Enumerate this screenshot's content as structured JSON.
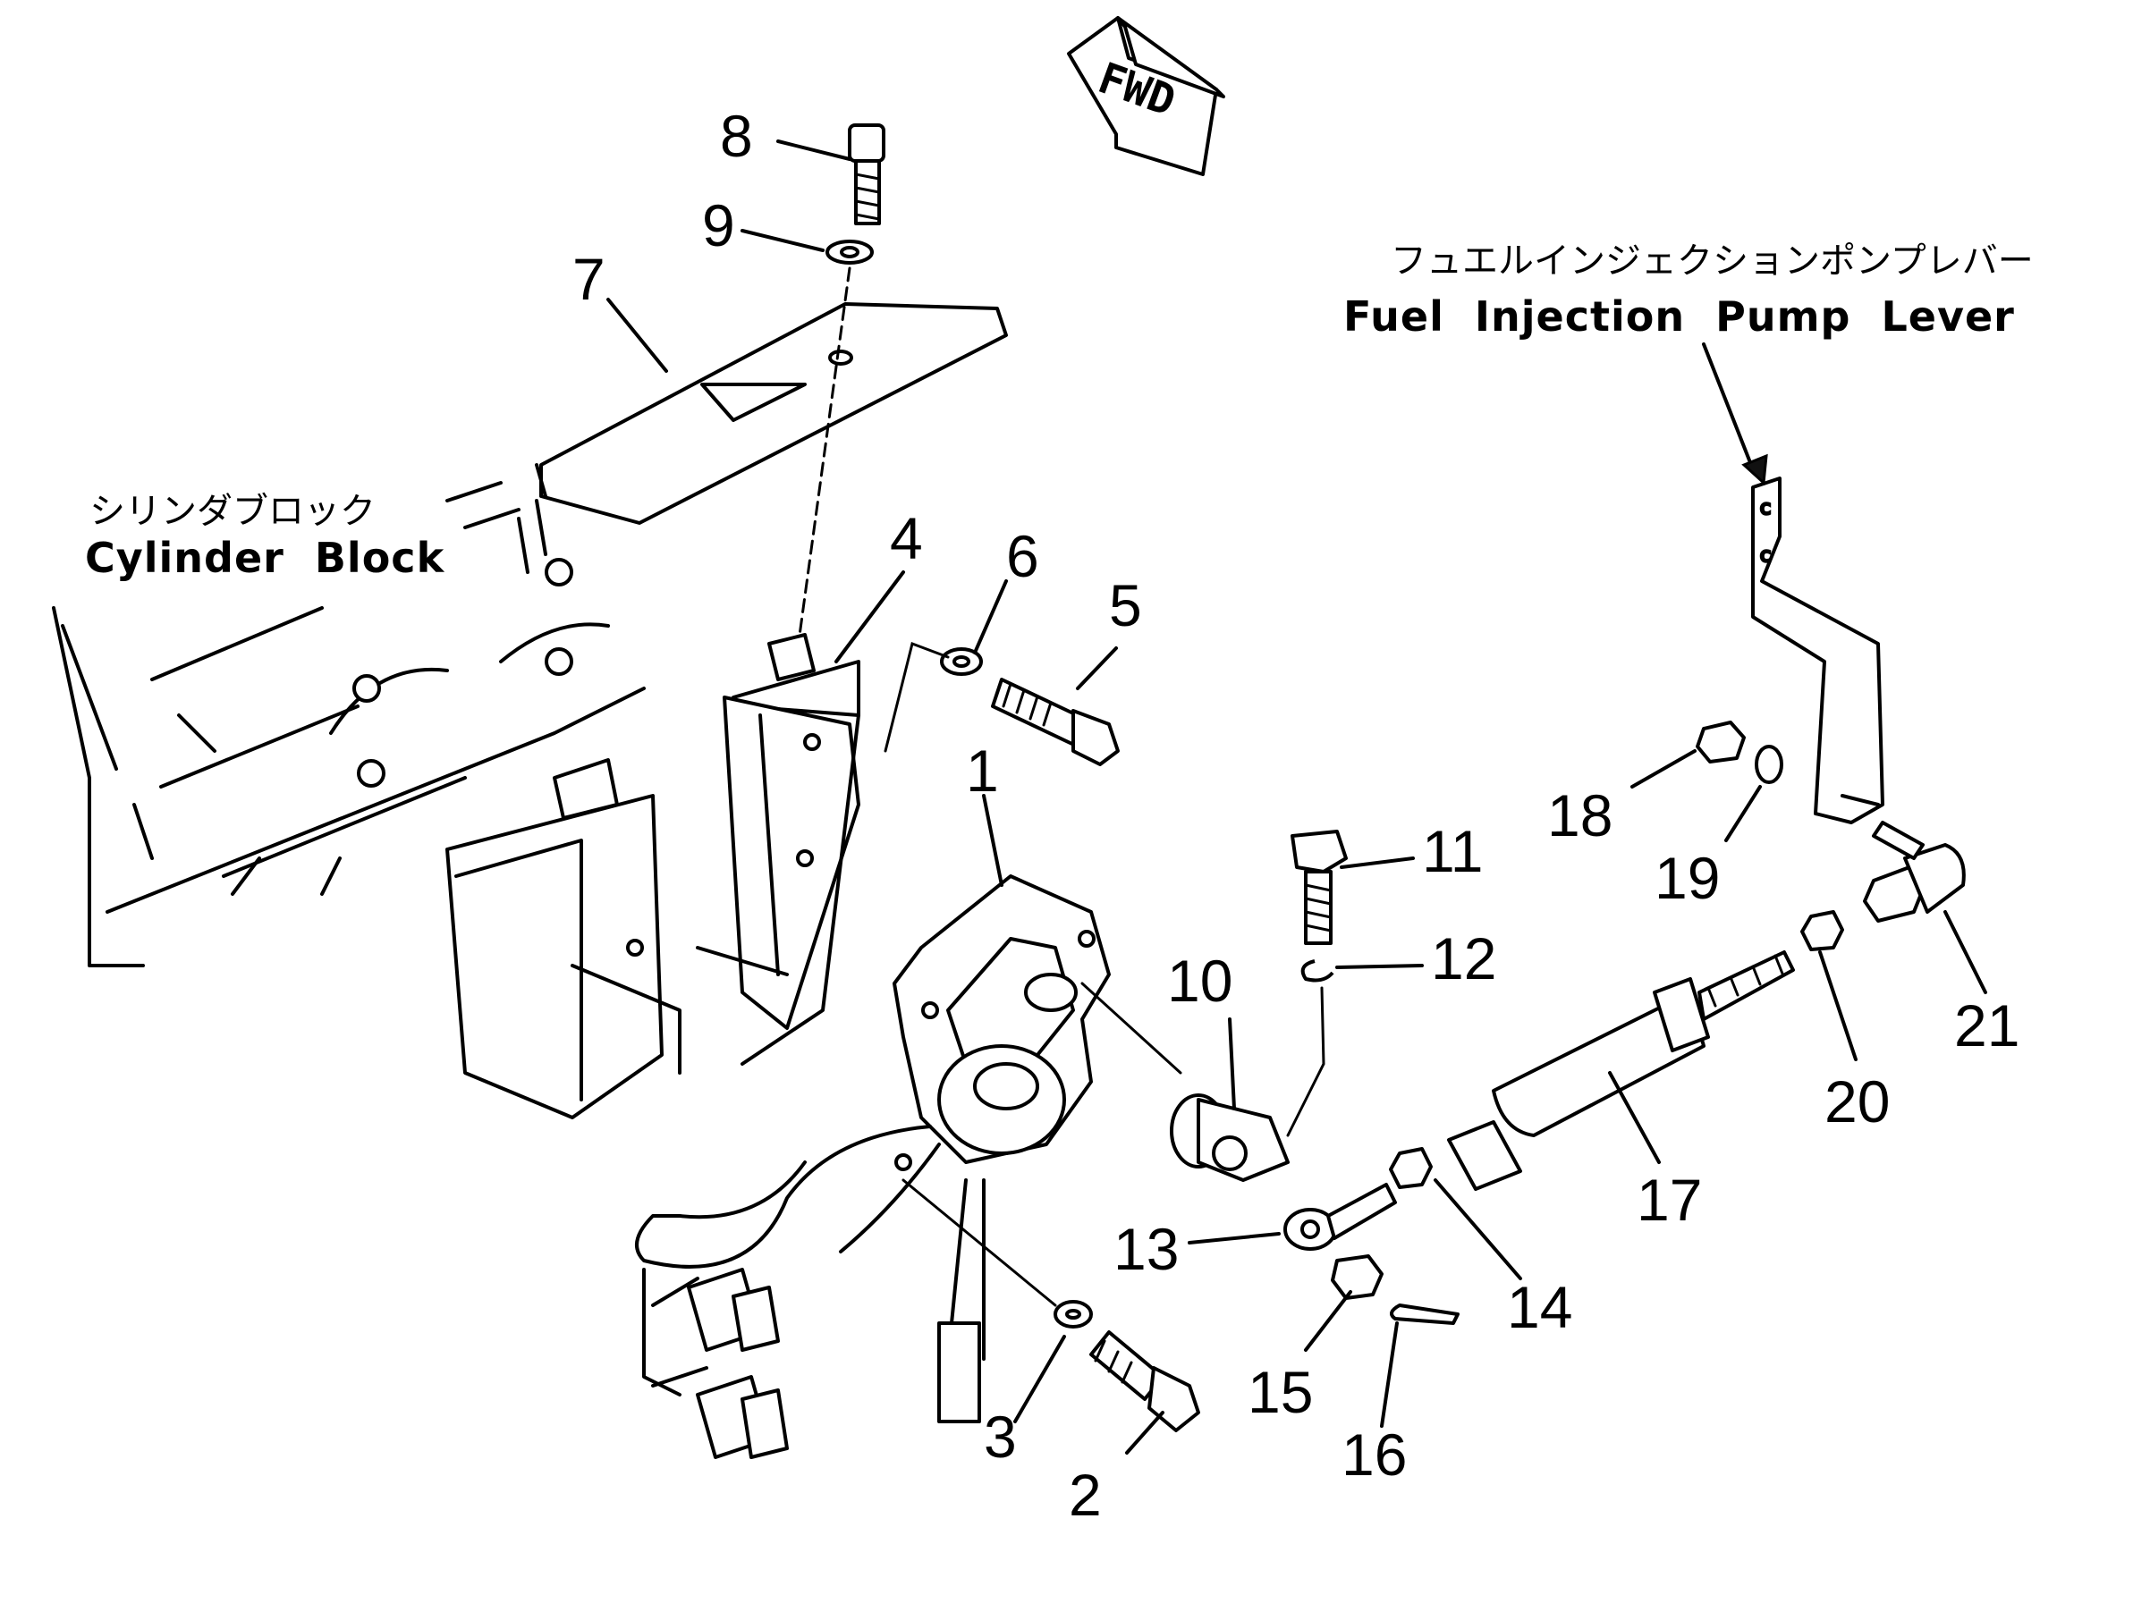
{
  "direction_label": "FWD",
  "annotations": {
    "cylinder_block_jp": "シリンダブロック",
    "cylinder_block_en": "Cylinder  Block",
    "pump_lever_jp": "フュエルインジェクションポンプレバー",
    "pump_lever_en": "Fuel  Injection  Pump  Lever"
  },
  "callouts": [
    "1",
    "2",
    "3",
    "4",
    "5",
    "6",
    "7",
    "8",
    "9",
    "10",
    "11",
    "12",
    "13",
    "14",
    "15",
    "16",
    "17",
    "18",
    "19",
    "20",
    "21"
  ]
}
